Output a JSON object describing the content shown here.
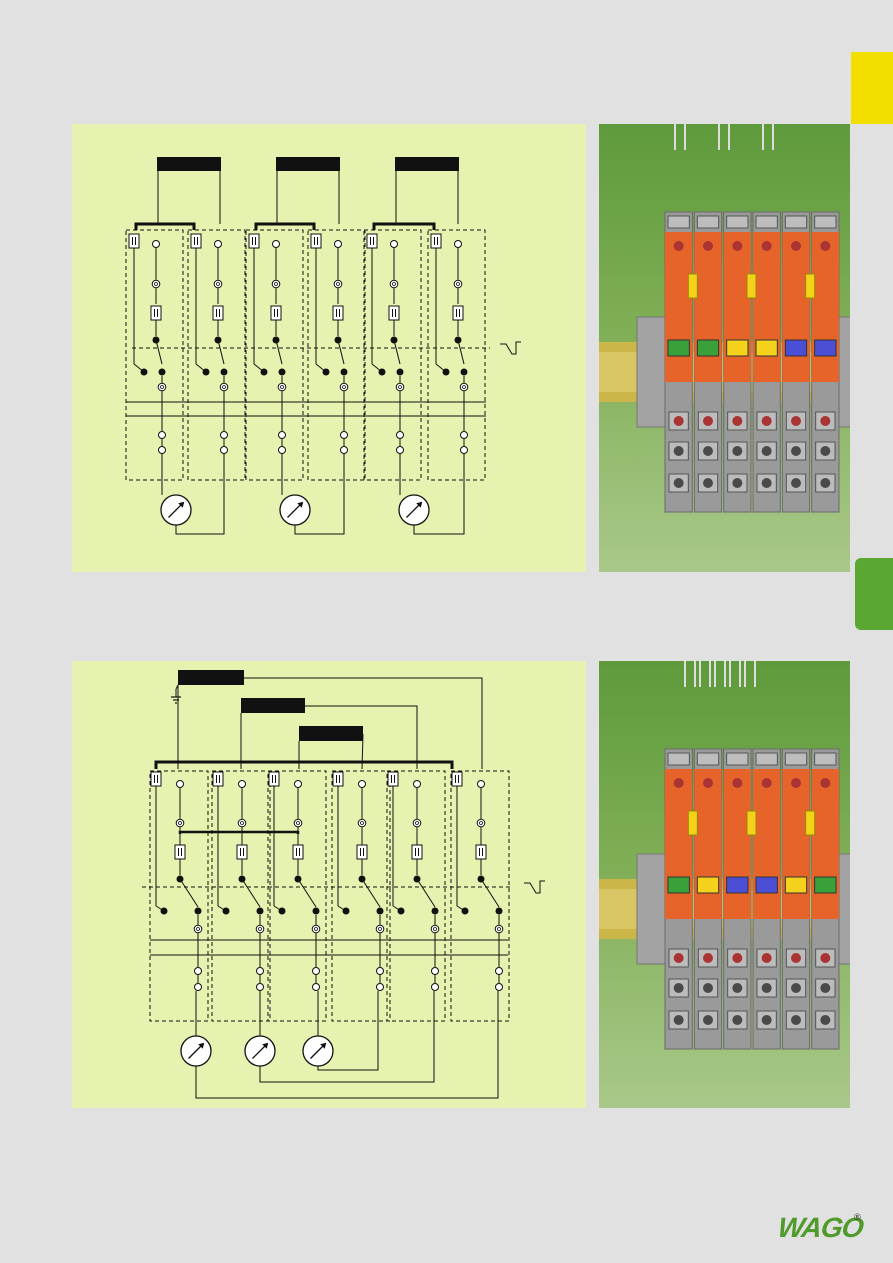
{
  "colors": {
    "page_background": "#e1e1e1",
    "diagram_panel": "#e6f2b0",
    "tab_yellow": "#f2df00",
    "tab_green": "#5aa832",
    "wago_green": "#4f9a2a",
    "terminal_orange": "#e6642a",
    "terminal_grey": "#9a9a9a",
    "marker_green": "#39a03a",
    "marker_yellow": "#f4d21c",
    "marker_blue": "#4b4fd6",
    "din_rail": "#c9b54a"
  },
  "brand": {
    "logo_text": "WAGO",
    "registered_mark": "®"
  },
  "figures": {
    "top": {
      "diagram_icon": "three-phase-meter-wiring-diagram",
      "photo_icon": "terminal-block-assembly-3-pairs",
      "marker_colors": [
        "#39a03a",
        "#39a03a",
        "#f4d21c",
        "#f4d21c",
        "#4b4fd6",
        "#4b4fd6"
      ]
    },
    "bottom": {
      "diagram_icon": "shared-neutral-meter-wiring-diagram",
      "photo_icon": "terminal-block-assembly-6-units",
      "marker_colors": [
        "#39a03a",
        "#f4d21c",
        "#4b4fd6",
        "#4b4fd6",
        "#f4d21c",
        "#39a03a"
      ]
    }
  },
  "tabs": [
    {
      "name": "yellow-tab",
      "color": "#f2df00"
    },
    {
      "name": "green-tab",
      "color": "#5aa832"
    }
  ]
}
